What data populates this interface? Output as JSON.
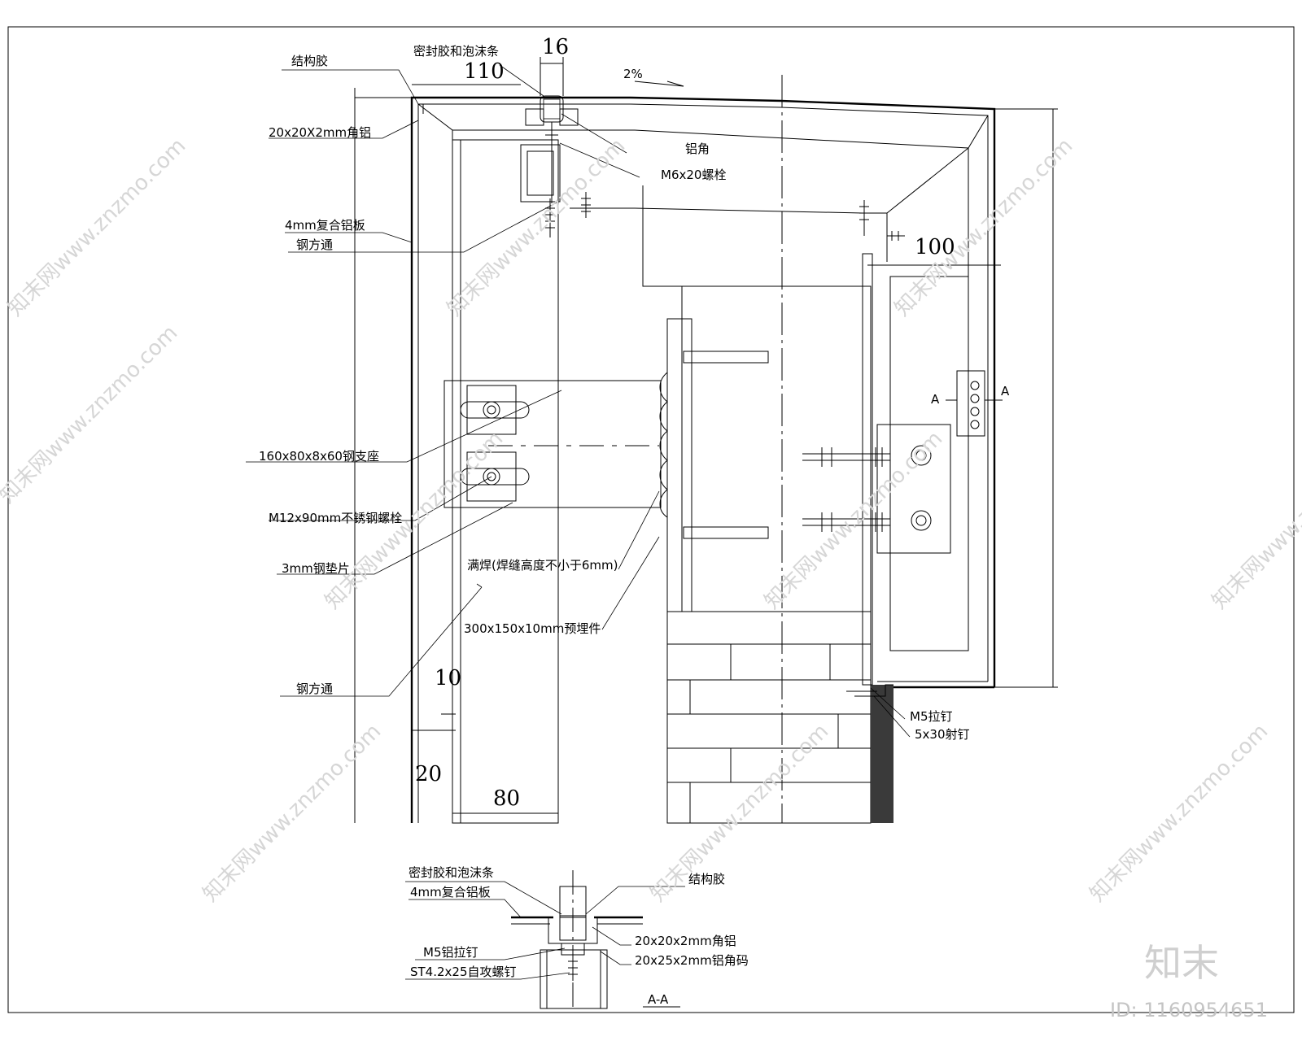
{
  "labels": {
    "structural_glue_top": "结构胶",
    "sealant_foam_top": "密封胶和泡沫条",
    "angle_al_top": "20x20X2mm角铝",
    "al_corner": "铝角",
    "bolt_m6": "M6x20螺栓",
    "composite_panel_top": "4mm复合铝板",
    "steel_tube_top": "钢方通",
    "steel_support": "160x80x8x60钢支座",
    "ss_bolt": "M12x90mm不锈钢螺栓",
    "steel_shim": "3mm钢垫片",
    "full_weld": "满焊(焊缝高度不小于6mm)",
    "embedded_part": "300x150x10mm预埋件",
    "steel_tube_bottom": "钢方通",
    "rivet_m5": "M5拉钉",
    "shoot_nail": "5x30射钉",
    "section_a_left": "A",
    "section_a_right": "A"
  },
  "dimensions": {
    "d16": "16",
    "d110": "110",
    "slope": "2%",
    "d100": "100",
    "d10": "10",
    "d20": "20",
    "d80": "80"
  },
  "section_aa": {
    "sealant_foam": "密封胶和泡沫条",
    "composite_panel": "4mm复合铝板",
    "rivet_m5_al": "M5铝拉钉",
    "screw_st": "ST4.2x25自攻螺钉",
    "structural_glue": "结构胶",
    "angle_al": "20x20x2mm角铝",
    "corner_code": "20x25x2mm铝角码",
    "title": "A-A"
  },
  "watermark": {
    "text": "知末网www.znzmo.com",
    "brand": "知末",
    "id": "ID: 1160954651"
  }
}
